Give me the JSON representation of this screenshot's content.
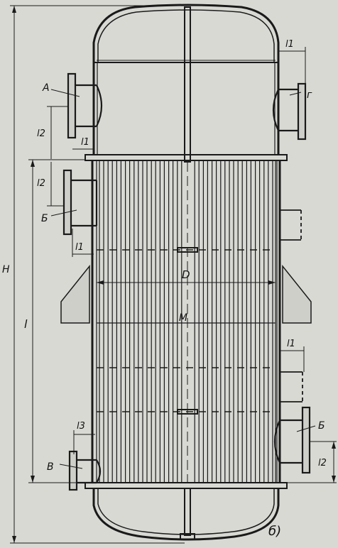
{
  "diagram": {
    "labels": {
      "nozzle_a": "А",
      "nozzle_g": "г",
      "nozzle_b_left": "Б",
      "nozzle_b_right": "Б",
      "nozzle_v": "В",
      "center_m": "М",
      "diameter": "D",
      "total_height": "H",
      "tube_length": "l",
      "l1_top_left": "l1",
      "l1_top_right": "l1",
      "l1_mid_left": "l1",
      "l1_bottom_right": "l1",
      "l1_left_upper": "l1",
      "l2_upper_left": "l2",
      "l2_lower_left": "l2",
      "l2_bottom_right": "l2",
      "l3": "l3",
      "figure_caption": "б)"
    },
    "colors": {
      "background": "#d9d9d4",
      "ink": "#1a1a1a"
    }
  }
}
